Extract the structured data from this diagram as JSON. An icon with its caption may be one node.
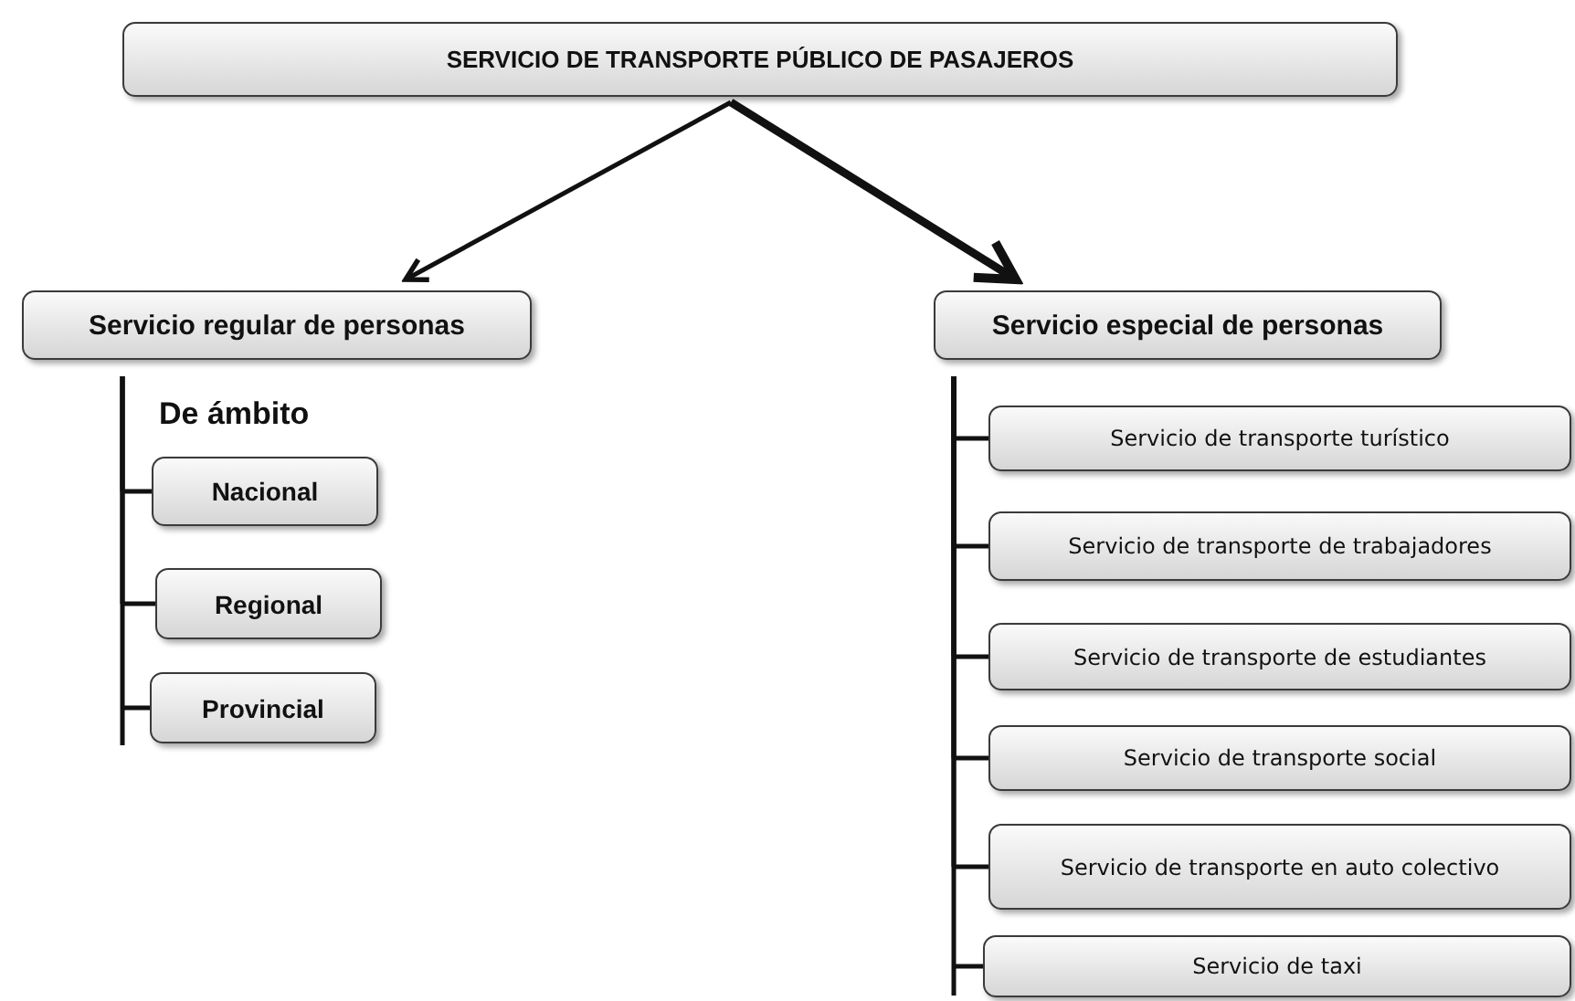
{
  "diagram": {
    "nodes": [
      {
        "text": [
          "SERVICIO DE TRANSPORTE PÚBLICO DE PASAJEROS"
        ]
      },
      {
        "text": [
          "Servicio regular de personas"
        ]
      },
      {
        "text": [
          "Nacional"
        ]
      },
      {
        "text": [
          "Regional"
        ]
      },
      {
        "text": [
          "Provincial"
        ]
      },
      {
        "text": [
          "Servicio especial de personas"
        ]
      },
      {
        "text": [
          "Servicio de transporte turístico"
        ]
      },
      {
        "text": [
          "Servicio de transporte de trabajadores"
        ]
      },
      {
        "text": [
          "Servicio de transporte de estudiantes"
        ]
      },
      {
        "text": [
          "Servicio de transporte social"
        ]
      },
      {
        "text": [
          "Servicio de transporte en auto colectivo"
        ]
      },
      {
        "text": [
          "Servicio de taxi"
        ]
      }
    ],
    "edges": [
      {
        "from": 0,
        "to": 1,
        "arrow": "to"
      },
      {
        "from": 0,
        "to": 5,
        "arrow": "to",
        "style": "thick"
      },
      {
        "from": 1,
        "to": 2,
        "arrow": "none"
      },
      {
        "from": 1,
        "to": 3,
        "arrow": "none"
      },
      {
        "from": 1,
        "to": 4,
        "arrow": "none"
      },
      {
        "from": 5,
        "to": 6,
        "arrow": "none"
      },
      {
        "from": 5,
        "to": 7,
        "arrow": "none"
      },
      {
        "from": 5,
        "to": 8,
        "arrow": "none"
      },
      {
        "from": 5,
        "to": 9,
        "arrow": "none"
      },
      {
        "from": 5,
        "to": 10,
        "arrow": "none"
      },
      {
        "from": 5,
        "to": 11,
        "arrow": "none"
      }
    ],
    "labels": [
      "De ámbito"
    ]
  }
}
